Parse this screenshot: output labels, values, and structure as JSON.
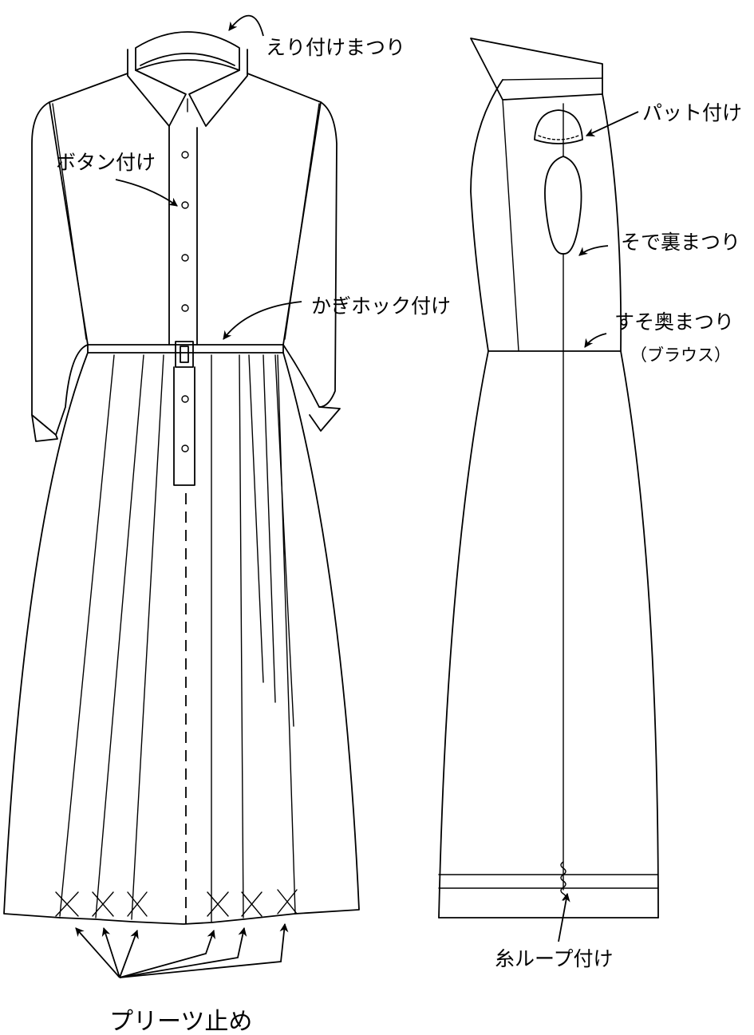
{
  "labels": {
    "collar": "えり付けまつり",
    "button": "ボタン付け",
    "hook": "かぎホック付け",
    "pad": "パット付け",
    "sleeve_lining": "そで裏まつり",
    "hem_inner": "すそ奥まつり",
    "blouse": "（ブラウス）",
    "thread_loop": "糸ループ付け",
    "pleat": "プリーツ止め"
  }
}
